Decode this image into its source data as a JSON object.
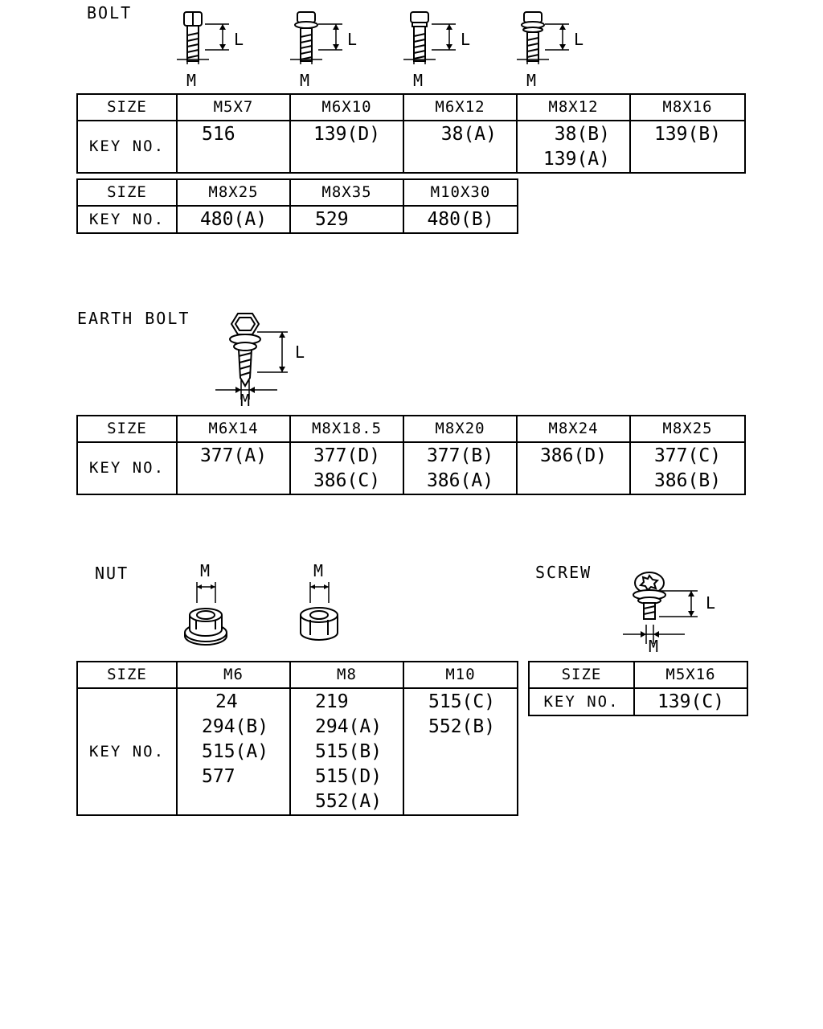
{
  "bolt": {
    "title": "BOLT",
    "dim_l": "L",
    "dim_m": "M",
    "table1": {
      "size_label": "SIZE",
      "key_label": "KEY NO.",
      "sizes": [
        "M5X7",
        "M6X10",
        "M6X12",
        "M8X12",
        "M8X16"
      ],
      "keys": [
        [
          "516"
        ],
        [
          "139(D)"
        ],
        [
          "38(A)"
        ],
        [
          "38(B)",
          "139(A)"
        ],
        [
          "139(B)"
        ]
      ]
    },
    "table2": {
      "size_label": "SIZE",
      "key_label": "KEY NO.",
      "sizes": [
        "M8X25",
        "M8X35",
        "M10X30"
      ],
      "keys": [
        [
          "480(A)"
        ],
        [
          "529"
        ],
        [
          "480(B)"
        ]
      ]
    }
  },
  "earth_bolt": {
    "title": "EARTH BOLT",
    "dim_l": "L",
    "dim_m": "M",
    "table": {
      "size_label": "SIZE",
      "key_label": "KEY NO.",
      "sizes": [
        "M6X14",
        "M8X18.5",
        "M8X20",
        "M8X24",
        "M8X25"
      ],
      "keys": [
        [
          "377(A)"
        ],
        [
          "377(D)",
          "386(C)"
        ],
        [
          "377(B)",
          "386(A)"
        ],
        [
          "386(D)"
        ],
        [
          "377(C)",
          "386(B)"
        ]
      ]
    }
  },
  "nut": {
    "title": "NUT",
    "dim_m": "M",
    "table": {
      "size_label": "SIZE",
      "key_label": "KEY NO.",
      "sizes": [
        "M6",
        "M8",
        "M10"
      ],
      "keys": [
        [
          "24",
          "294(B)",
          "515(A)",
          "577"
        ],
        [
          "219",
          "294(A)",
          "515(B)",
          "515(D)",
          "552(A)"
        ],
        [
          "515(C)",
          "552(B)"
        ]
      ]
    }
  },
  "screw": {
    "title": "SCREW",
    "dim_l": "L",
    "dim_m": "M",
    "table": {
      "size_label": "SIZE",
      "key_label": "KEY NO.",
      "sizes": [
        "M5X16"
      ],
      "keys": [
        [
          "139(C)"
        ]
      ]
    }
  }
}
